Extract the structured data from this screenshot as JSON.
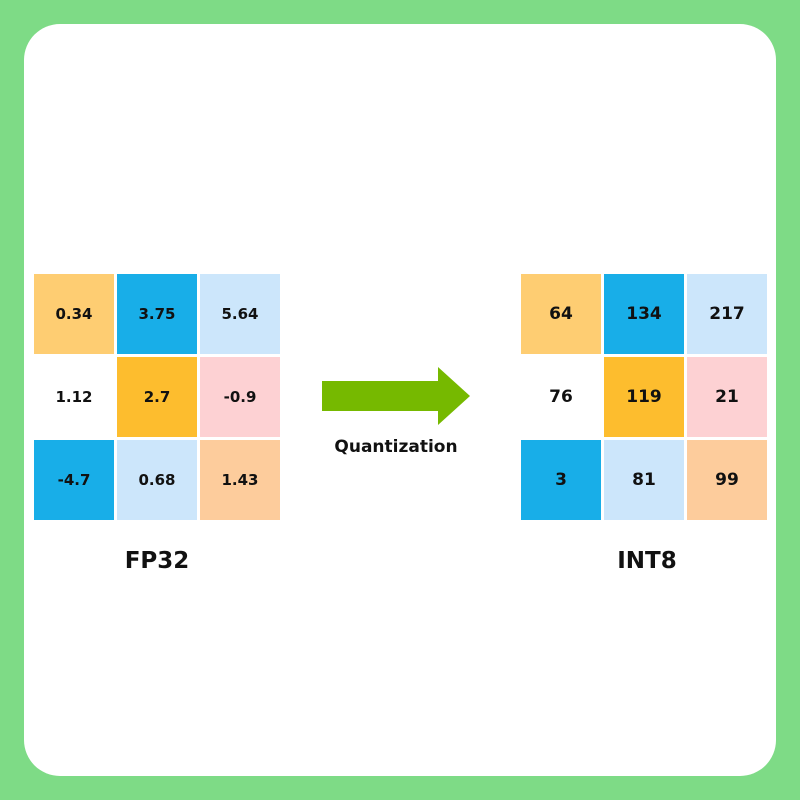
{
  "colors": {
    "page_background": "#7edb86",
    "card_background": "#ffffff",
    "arrow": "#76b900",
    "light_orange": "#fecd72",
    "blue": "#18aee8",
    "light_blue": "#cce6fb",
    "white": "#ffffff",
    "amber": "#fdbd2e",
    "pink": "#fdd1d3",
    "peach": "#fdcc9c"
  },
  "arrow_icon": "right-arrow-icon",
  "fp32": {
    "label": "FP32",
    "cells": [
      {
        "value": "0.34",
        "color": "#fecd72"
      },
      {
        "value": "3.75",
        "color": "#18aee8"
      },
      {
        "value": "5.64",
        "color": "#cce6fb"
      },
      {
        "value": "1.12",
        "color": "#ffffff"
      },
      {
        "value": "2.7",
        "color": "#fdbd2e"
      },
      {
        "value": "-0.9",
        "color": "#fdd1d3"
      },
      {
        "value": "-4.7",
        "color": "#18aee8"
      },
      {
        "value": "0.68",
        "color": "#cce6fb"
      },
      {
        "value": "1.43",
        "color": "#fdcc9c"
      }
    ]
  },
  "int8": {
    "label": "INT8",
    "cells": [
      {
        "value": "64",
        "color": "#fecd72"
      },
      {
        "value": "134",
        "color": "#18aee8"
      },
      {
        "value": "217",
        "color": "#cce6fb"
      },
      {
        "value": "76",
        "color": "#ffffff"
      },
      {
        "value": "119",
        "color": "#fdbd2e"
      },
      {
        "value": "21",
        "color": "#fdd1d3"
      },
      {
        "value": "3",
        "color": "#18aee8"
      },
      {
        "value": "81",
        "color": "#cce6fb"
      },
      {
        "value": "99",
        "color": "#fdcc9c"
      }
    ]
  },
  "arrow_caption": "Quantization"
}
